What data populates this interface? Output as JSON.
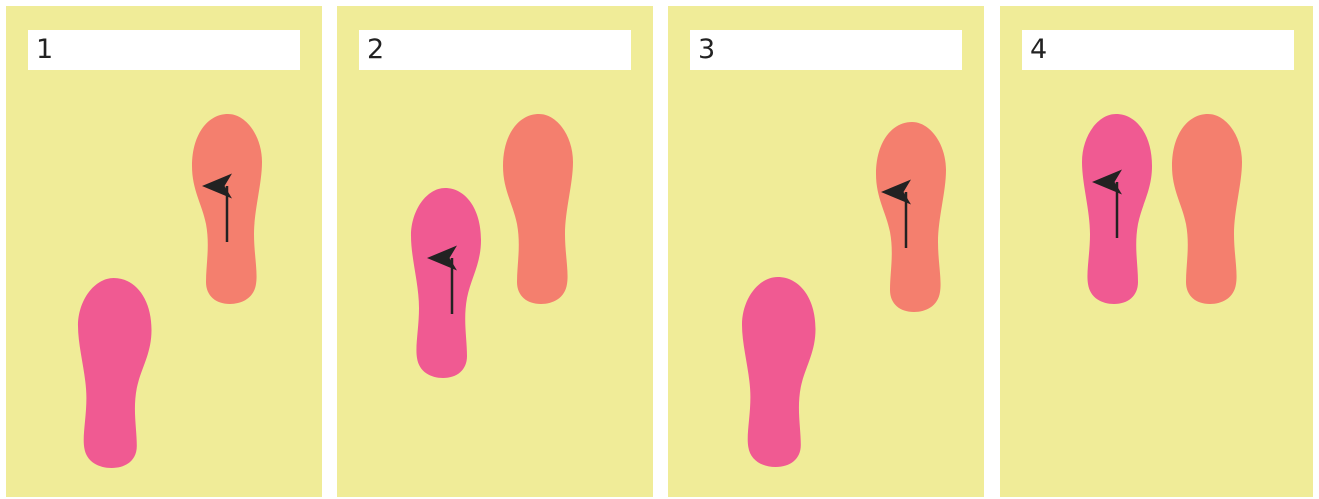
{
  "colors": {
    "background": "#f0ec98",
    "left_foot": "#f05a92",
    "right_foot": "#f47f6e",
    "arrow": "#222222"
  },
  "panels": [
    {
      "number": "1",
      "moving_foot": "right"
    },
    {
      "number": "2",
      "moving_foot": "left"
    },
    {
      "number": "3",
      "moving_foot": "right"
    },
    {
      "number": "4",
      "moving_foot": "left"
    }
  ]
}
